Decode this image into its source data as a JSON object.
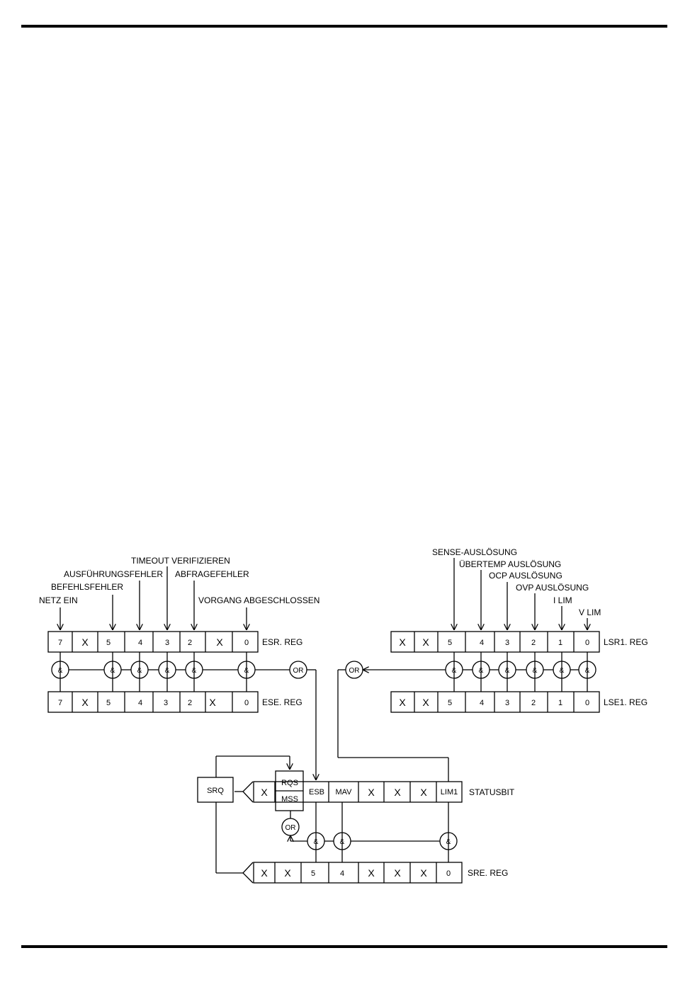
{
  "esr": {
    "label": "ESR. REG",
    "cells": [
      "7",
      "X",
      "5",
      "4",
      "3",
      "2",
      "X",
      "0"
    ],
    "inputs": [
      "NETZ EIN",
      "BEFEHLSFEHLER",
      "AUSFÜHRUNGSFEHLER",
      "TIMEOUT VERIFIZIEREN",
      "ABFRAGEFEHLER",
      "VORGANG ABGESCHLOSSEN"
    ]
  },
  "ese": {
    "label": "ESE. REG",
    "cells": [
      "7",
      "X",
      "5",
      "4",
      "3",
      "2",
      "X",
      "0"
    ]
  },
  "lsr": {
    "label": "LSR1. REG",
    "cells": [
      "X",
      "X",
      "5",
      "4",
      "3",
      "2",
      "1",
      "0"
    ],
    "inputs": [
      "SENSE-AUSLÖSUNG",
      "ÜBERTEMP AUSLÖSUNG",
      "OCP AUSLÖSUNG",
      "OVP AUSLÖSUNG",
      "I LIM",
      "V LIM"
    ]
  },
  "lse": {
    "label": "LSE1. REG",
    "cells": [
      "X",
      "X",
      "5",
      "4",
      "3",
      "2",
      "1",
      "0"
    ]
  },
  "status": {
    "label": "STATUSBIT",
    "cells": [
      "X",
      "RQS",
      "MSS",
      "ESB",
      "MAV",
      "X",
      "X",
      "X",
      "LIM1"
    ]
  },
  "sre": {
    "label": "SRE. REG",
    "cells": [
      "X",
      "X",
      "5",
      "4",
      "X",
      "X",
      "X",
      "0"
    ]
  },
  "gates": {
    "and": "&",
    "or": "OR",
    "srq": "SRQ"
  }
}
